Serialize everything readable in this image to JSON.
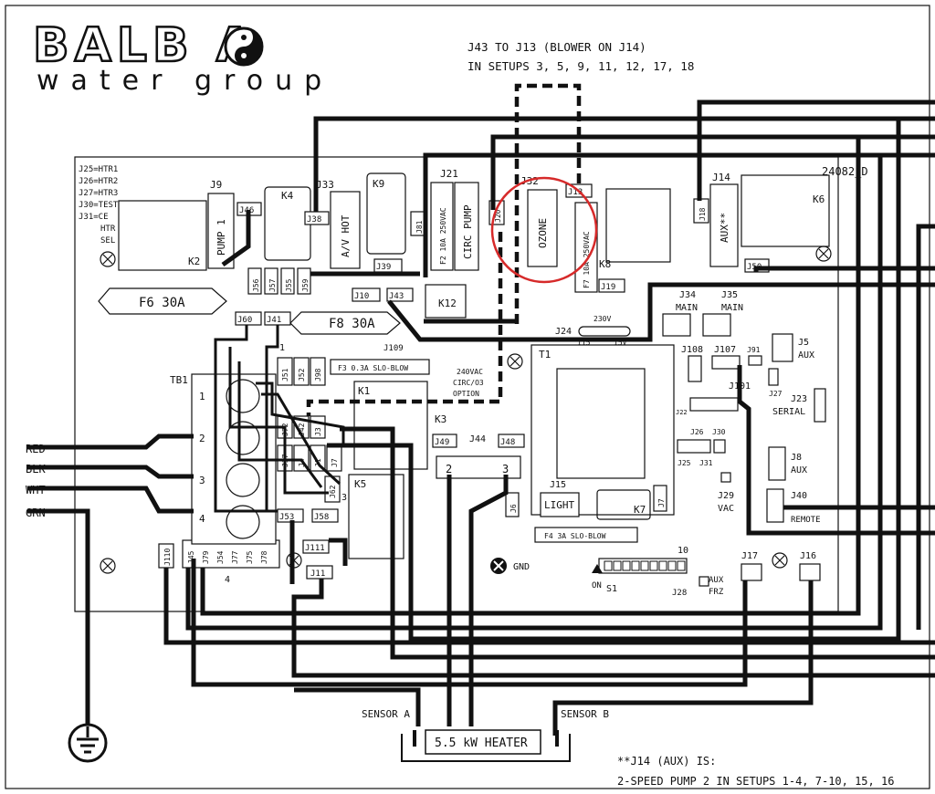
{
  "logo": {
    "brand": "BALB  A",
    "tagline": "water group"
  },
  "notes": {
    "top_line1": "J43 TO J13 (BLOWER ON J14)",
    "top_line2": "IN SETUPS 3, 5, 9, 11, 12, 17, 18",
    "bottom_line1": "**J14 (AUX) IS:",
    "bottom_line2": "2-SPEED PUMP 2 IN SETUPS 1-4, 7-10, 15, 16"
  },
  "board": {
    "part_number": "24082_D",
    "jumper_legend": [
      "J25=HTR1",
      "J26=HTR2",
      "J27=HTR3",
      "J30=TEST",
      "J31=CE"
    ],
    "htr_sel": [
      "HTR",
      "SEL"
    ],
    "relays": {
      "k2": "K2",
      "k4": "K4",
      "k9": "K9",
      "k6": "K6",
      "k8": "K8",
      "k12": "K12",
      "k1": "K1",
      "k3": "K3",
      "k5": "K5",
      "k7": "K7"
    },
    "connectors": {
      "j9": "J9",
      "pump1": "PUMP 1",
      "j46": "J46",
      "j33": "J33",
      "j38": "J38",
      "av_hot": "A/V HOT",
      "j81": "J81",
      "j39": "J39",
      "j21": "J21",
      "f2": "F2 10A 250VAC",
      "circ_pump": "CIRC PUMP",
      "j20": "J20",
      "j32": "J32",
      "ozone": "OZONE",
      "j13": "J13",
      "f7": "F7 10A 250VAC",
      "j14": "J14",
      "j18": "J18",
      "aux": "AUX**",
      "j50": "J50",
      "j56": "J56",
      "j57": "J57",
      "j55": "J55",
      "j59": "J59",
      "j10": "J10",
      "j43": "J43",
      "j19": "J19",
      "j60": "J60",
      "j41": "J41",
      "j34": "J34",
      "main34": "MAIN",
      "j35": "J35",
      "main35": "MAIN",
      "j24": "J24",
      "v230": "230V",
      "v115": "115",
      "v115b": "15V",
      "j109": "J109",
      "j5": "J5",
      "aux5": "AUX",
      "t1": "T1",
      "j108": "J108",
      "j107": "J107",
      "j91": "J91",
      "j101": "J101",
      "j27": "J27",
      "j23": "J23",
      "serial": "SERIAL",
      "j22": "J22",
      "j51": "J51",
      "j52": "J52",
      "j98": "J98",
      "one": "1",
      "f3": "F3 0.3A SLO-BLOW",
      "opt1": "240VAC",
      "opt2": "CIRC/O3",
      "opt3": "OPTION",
      "j72": "J72",
      "j42": "J42",
      "j3": "J3",
      "j37": "J37",
      "j4": "J4",
      "j1": "J1",
      "j7": "J7",
      "j62": "J62",
      "three": "3",
      "j49": "J49",
      "j44": "J44",
      "j48": "J48",
      "pin2": "2",
      "pin3": "3",
      "j26": "J26",
      "j30": "J30",
      "j25": "J25",
      "j31": "J31",
      "j8": "J8",
      "aux8": "AUX",
      "j6": "J6",
      "j15": "J15",
      "light": "LIGHT",
      "j29": "J29",
      "vac": "VAC",
      "j40": "J40",
      "remote": "REMOTE",
      "j53": "J53",
      "j58": "J58",
      "f4": "F4 3A SLO-BLOW",
      "j111": "J111",
      "j11": "J11",
      "gnd": "GND",
      "s1": "S1",
      "ten": "10",
      "on": "ON",
      "j28": "J28",
      "aux_frz1": "AUX",
      "aux_frz2": "FRZ",
      "j17": "J17",
      "j16": "J16",
      "j110": "J110",
      "j45": "J45",
      "j79": "J79",
      "j54": "J54",
      "j77": "J77",
      "j75": "J75",
      "j78": "J78",
      "four": "4",
      "f6": "F6 30A",
      "f8": "F8 30A",
      "tb1": "TB1"
    },
    "tb1_terminals": [
      "1",
      "2",
      "3",
      "4"
    ]
  },
  "wires": {
    "red": "RED",
    "blk": "BLK",
    "wht": "WHT",
    "grn": "GRN"
  },
  "heater": {
    "label": "5.5 kW HEATER",
    "sensor_a": "SENSOR A",
    "sensor_b": "SENSOR B"
  },
  "colors": {
    "ink": "#111111",
    "highlight_circle": "#d62a2a",
    "background": "#ffffff"
  }
}
